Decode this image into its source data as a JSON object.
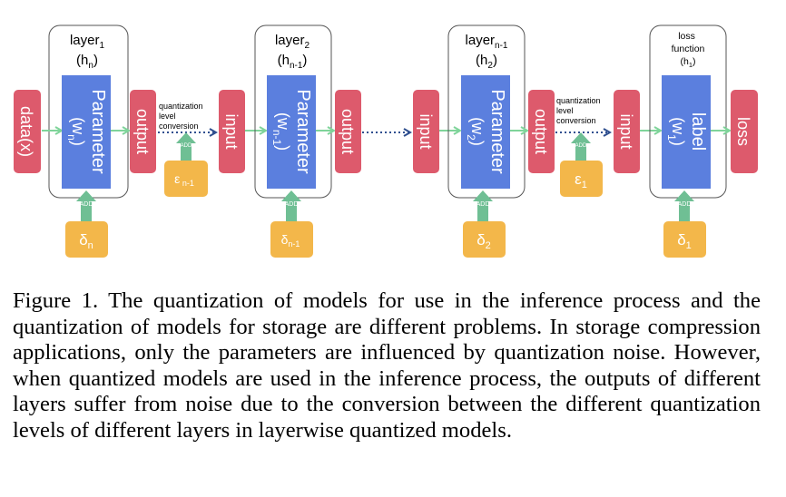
{
  "figure": {
    "layers": [
      {
        "title": "layer",
        "title_sub": "1",
        "h": "(h",
        "h_sub": "n",
        "h_tail": ")"
      },
      {
        "title": "layer",
        "title_sub": "2",
        "h": "(h",
        "h_sub": "n-1",
        "h_tail": ")"
      },
      {
        "title": "layer",
        "title_sub": "n-1",
        "h": "(h",
        "h_sub": "2",
        "h_tail": ")"
      },
      {
        "title": "loss",
        "title2": "function",
        "h": "(h",
        "h_sub": "1",
        "h_tail": ")"
      }
    ],
    "params": [
      {
        "label": "Parameter",
        "w": "(w",
        "w_sub": "n",
        "w_tail": ")"
      },
      {
        "label": "Parameter",
        "w": "(w",
        "w_sub": "n-1",
        "w_tail": ")"
      },
      {
        "label": "Parameter",
        "w": "(w",
        "w_sub": "2",
        "w_tail": ")"
      },
      {
        "label": "label",
        "w": "(w",
        "w_sub": "1",
        "w_tail": ")"
      }
    ],
    "blocks": {
      "data": "data(x)",
      "output": "output",
      "input": "input",
      "loss": "loss"
    },
    "qlc": [
      "quantization",
      "level",
      "conversion"
    ],
    "add": "ADD",
    "deltas": [
      {
        "sym": "δ",
        "sub": "n"
      },
      {
        "sym": "δ",
        "sub": "n-1"
      },
      {
        "sym": "δ",
        "sub": "2"
      },
      {
        "sym": "δ",
        "sub": "1"
      }
    ],
    "epsilons": [
      {
        "sym": "ε",
        "sub": " n-1"
      },
      {
        "sym": "ε",
        "sub": "1"
      }
    ],
    "colors": {
      "red": "#dd5a6c",
      "blue": "#5b7fde",
      "orange": "#f3b74a",
      "green_arrow": "#7fd49a",
      "add_arrow": "#6fbf94",
      "dots": "#2f4f8f"
    }
  },
  "caption": "Figure 1. The quantization of models for use in the inference process and the quantization of models for storage are different problems. In storage compression applications, only the parameters are influenced by quantization noise. However, when quantized models are used in the inference process, the outputs of different layers suffer from noise due to the conversion between the different quantization levels of different layers in layerwise quantized models."
}
